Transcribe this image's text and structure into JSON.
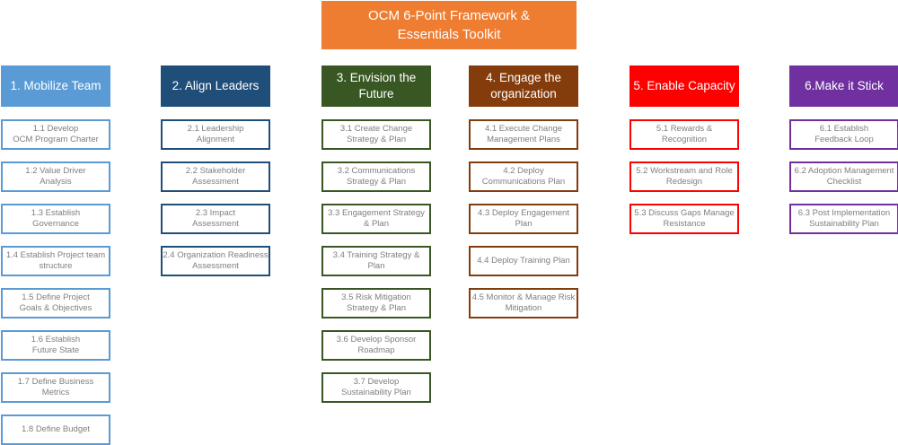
{
  "title": "OCM 6-Point Framework &\nEssentials Toolkit",
  "colors": {
    "title_bg": "#ee7d31",
    "col1": "#5b9bd5",
    "col2": "#1f4e79",
    "col3": "#385723",
    "col4": "#843c0c",
    "col5": "#ff0000",
    "col6": "#7030a0"
  },
  "columns": [
    {
      "header": "1. Mobilize Team",
      "items": [
        "1.1 Develop\nOCM Program Charter",
        "1.2 Value Driver\nAnalysis",
        "1.3 Establish\nGovernance",
        "1.4 Establish Project team\nstructure",
        "1.5 Define Project\nGoals &  Objectives",
        "1.6 Establish\nFuture State",
        "1.7 Define Business\nMetrics",
        "1.8 Define Budget"
      ]
    },
    {
      "header": "2. Align Leaders",
      "items": [
        "2.1 Leadership\nAlignment",
        "2.2 Stakeholder\nAssessment",
        "2.3 Impact\nAssessment",
        "2.4 Organization Readiness\nAssessment"
      ]
    },
    {
      "header": "3. Envision the\nFuture",
      "items": [
        "3.1 Create Change\nStrategy & Plan",
        "3.2 Communications\nStrategy & Plan",
        "3.3 Engagement Strategy\n& Plan",
        "3.4 Training Strategy &\nPlan",
        "3.5 Risk Mitigation\nStrategy & Plan",
        "3.6 Develop Sponsor\nRoadmap",
        "3.7 Develop\nSustainability Plan"
      ]
    },
    {
      "header": "4. Engage the\norganization",
      "items": [
        "4.1 Execute Change\nManagement Plans",
        "4.2 Deploy\nCommunications Plan",
        "4.3 Deploy Engagement\nPlan",
        "4.4 Deploy Training Plan",
        "4.5 Monitor & Manage Risk\nMitigation"
      ]
    },
    {
      "header": "5. Enable Capacity",
      "items": [
        "5.1 Rewards &\nRecognition",
        "5.2 Workstream and Role\nRedesign",
        "5.3 Discuss Gaps Manage\nResistance"
      ]
    },
    {
      "header": "6.Make it Stick",
      "items": [
        "6.1 Establish\nFeedback Loop",
        "6.2 Adoption Management\nChecklist",
        "6.3 Post Implementation\nSustainability Plan"
      ]
    }
  ]
}
